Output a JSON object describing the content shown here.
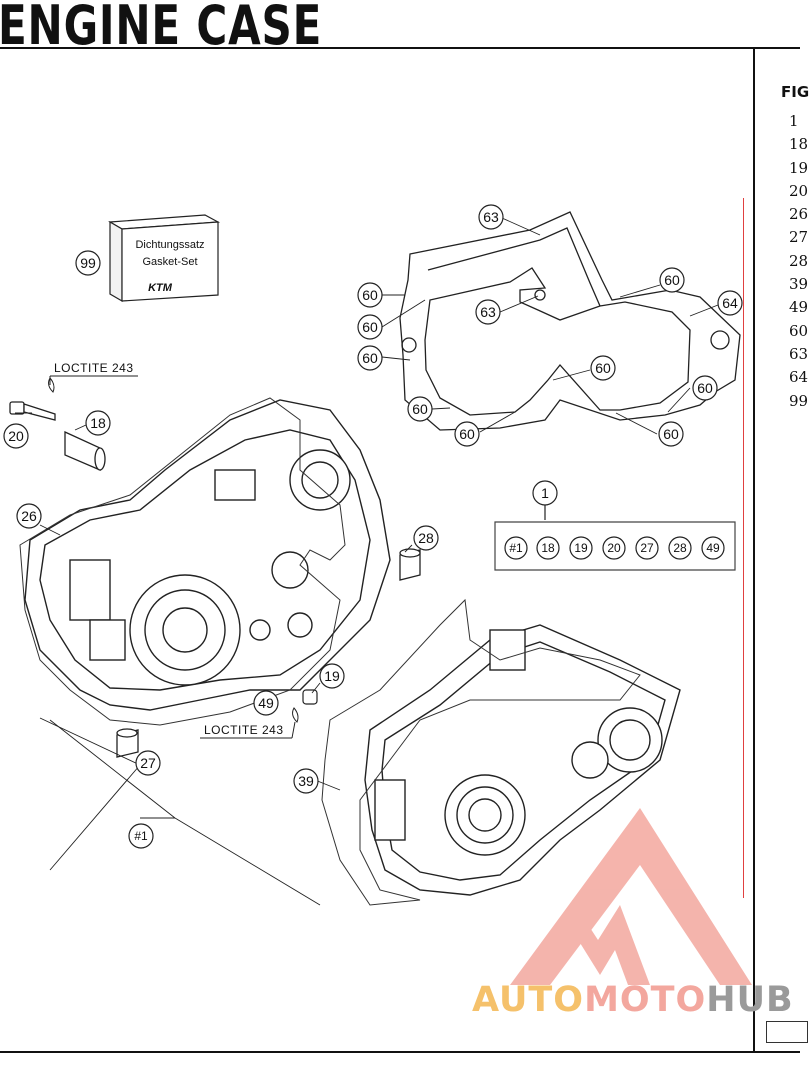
{
  "header": {
    "title": "ENGINE CASE"
  },
  "sidebar": {
    "fig_label": "FIG",
    "items": [
      "1",
      "18",
      "19",
      "20",
      "26",
      "27",
      "28",
      "39",
      "49",
      "60",
      "63",
      "64",
      "99"
    ]
  },
  "diagram": {
    "callouts": {
      "c99": "99",
      "c63a": "63",
      "c60a": "60",
      "c60b": "60",
      "c60c": "60",
      "c63b": "63",
      "c60d": "60",
      "c64": "64",
      "c60e": "60",
      "c60f": "60",
      "c60g": "60",
      "c60h": "60",
      "c20": "20",
      "c18": "18",
      "c26": "26",
      "c28": "28",
      "c19": "19",
      "c49": "49",
      "c27": "27",
      "c39": "39",
      "c1": "1",
      "cset": "#1"
    },
    "gasket_box": {
      "line1": "Dichtungssatz",
      "line2": "Gasket-Set",
      "logo": "KTM"
    },
    "kit": {
      "items": [
        "#1",
        "18",
        "19",
        "20",
        "27",
        "28",
        "49"
      ]
    },
    "loctite_top": "LOCTITE 243",
    "loctite_bottom": "LOCTITE 243"
  },
  "watermark": {
    "part1": "AUTO",
    "part2": "MOTO",
    "part3": "HUB"
  },
  "colors": {
    "accent_red": "#e04040",
    "watermark_yellow": "#f5c16b",
    "watermark_pink": "#f3a79e",
    "watermark_grey": "#9a9a9a"
  }
}
